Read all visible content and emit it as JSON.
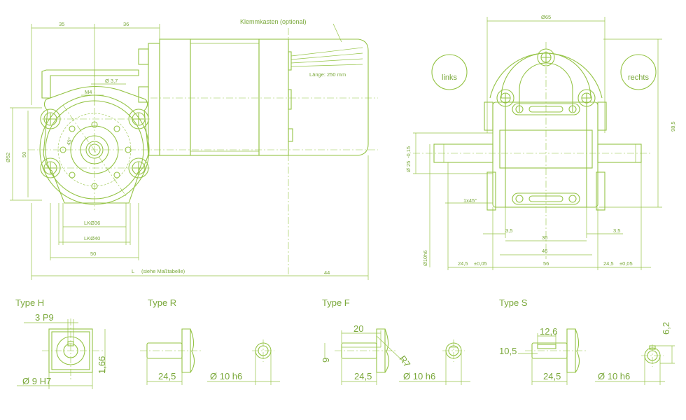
{
  "front": {
    "dim_35": "35",
    "dim_36": "36",
    "klemmkasten": "Klemmkasten (optional)",
    "laenge": "Länge: 250 mm",
    "dia_3_7": "Ø 3,7",
    "m4": "M4",
    "angle_45": "45°",
    "dia_52": "Ø52",
    "dim_50v": "50",
    "lk36": "LKØ36",
    "lk40": "LKØ40",
    "dim_50h": "50",
    "L_label": "L",
    "siehe": "(siehe Maßtabelle)",
    "dim_44": "44"
  },
  "side": {
    "dia_65": "Ø65",
    "links": "links",
    "rechts": "rechts",
    "dim_98_5": "98,5",
    "dia_25": "Ø 25",
    "tol_25": "-0,15",
    "chamfer": "1x45°",
    "dim_3_5_l": "3,5",
    "dim_30": "30",
    "dim_3_5_r": "3,5",
    "dim_46": "46",
    "dia_10h6": "Ø10h6",
    "dim_24_5_l": "24,5",
    "tol_l": "±0,05",
    "dim_56": "56",
    "dim_24_5_r": "24,5",
    "tol_r": "±0,05"
  },
  "types": {
    "H": {
      "title": "Type H",
      "p9": "3 P9",
      "h7": "Ø  9 H7",
      "v": "1,66"
    },
    "R": {
      "title": "Type R",
      "len": "24,5",
      "dia": "Ø 10 h6"
    },
    "F": {
      "title": "Type F",
      "w20": "20",
      "r7": "R7",
      "v9": "9",
      "len": "24,5",
      "dia": "Ø 10 h6"
    },
    "S": {
      "title": "Type S",
      "w12_6": "12,6",
      "w10_5": "10,5",
      "len": "24,5",
      "dia": "Ø 10 h6",
      "v6_2": "6,2"
    }
  }
}
